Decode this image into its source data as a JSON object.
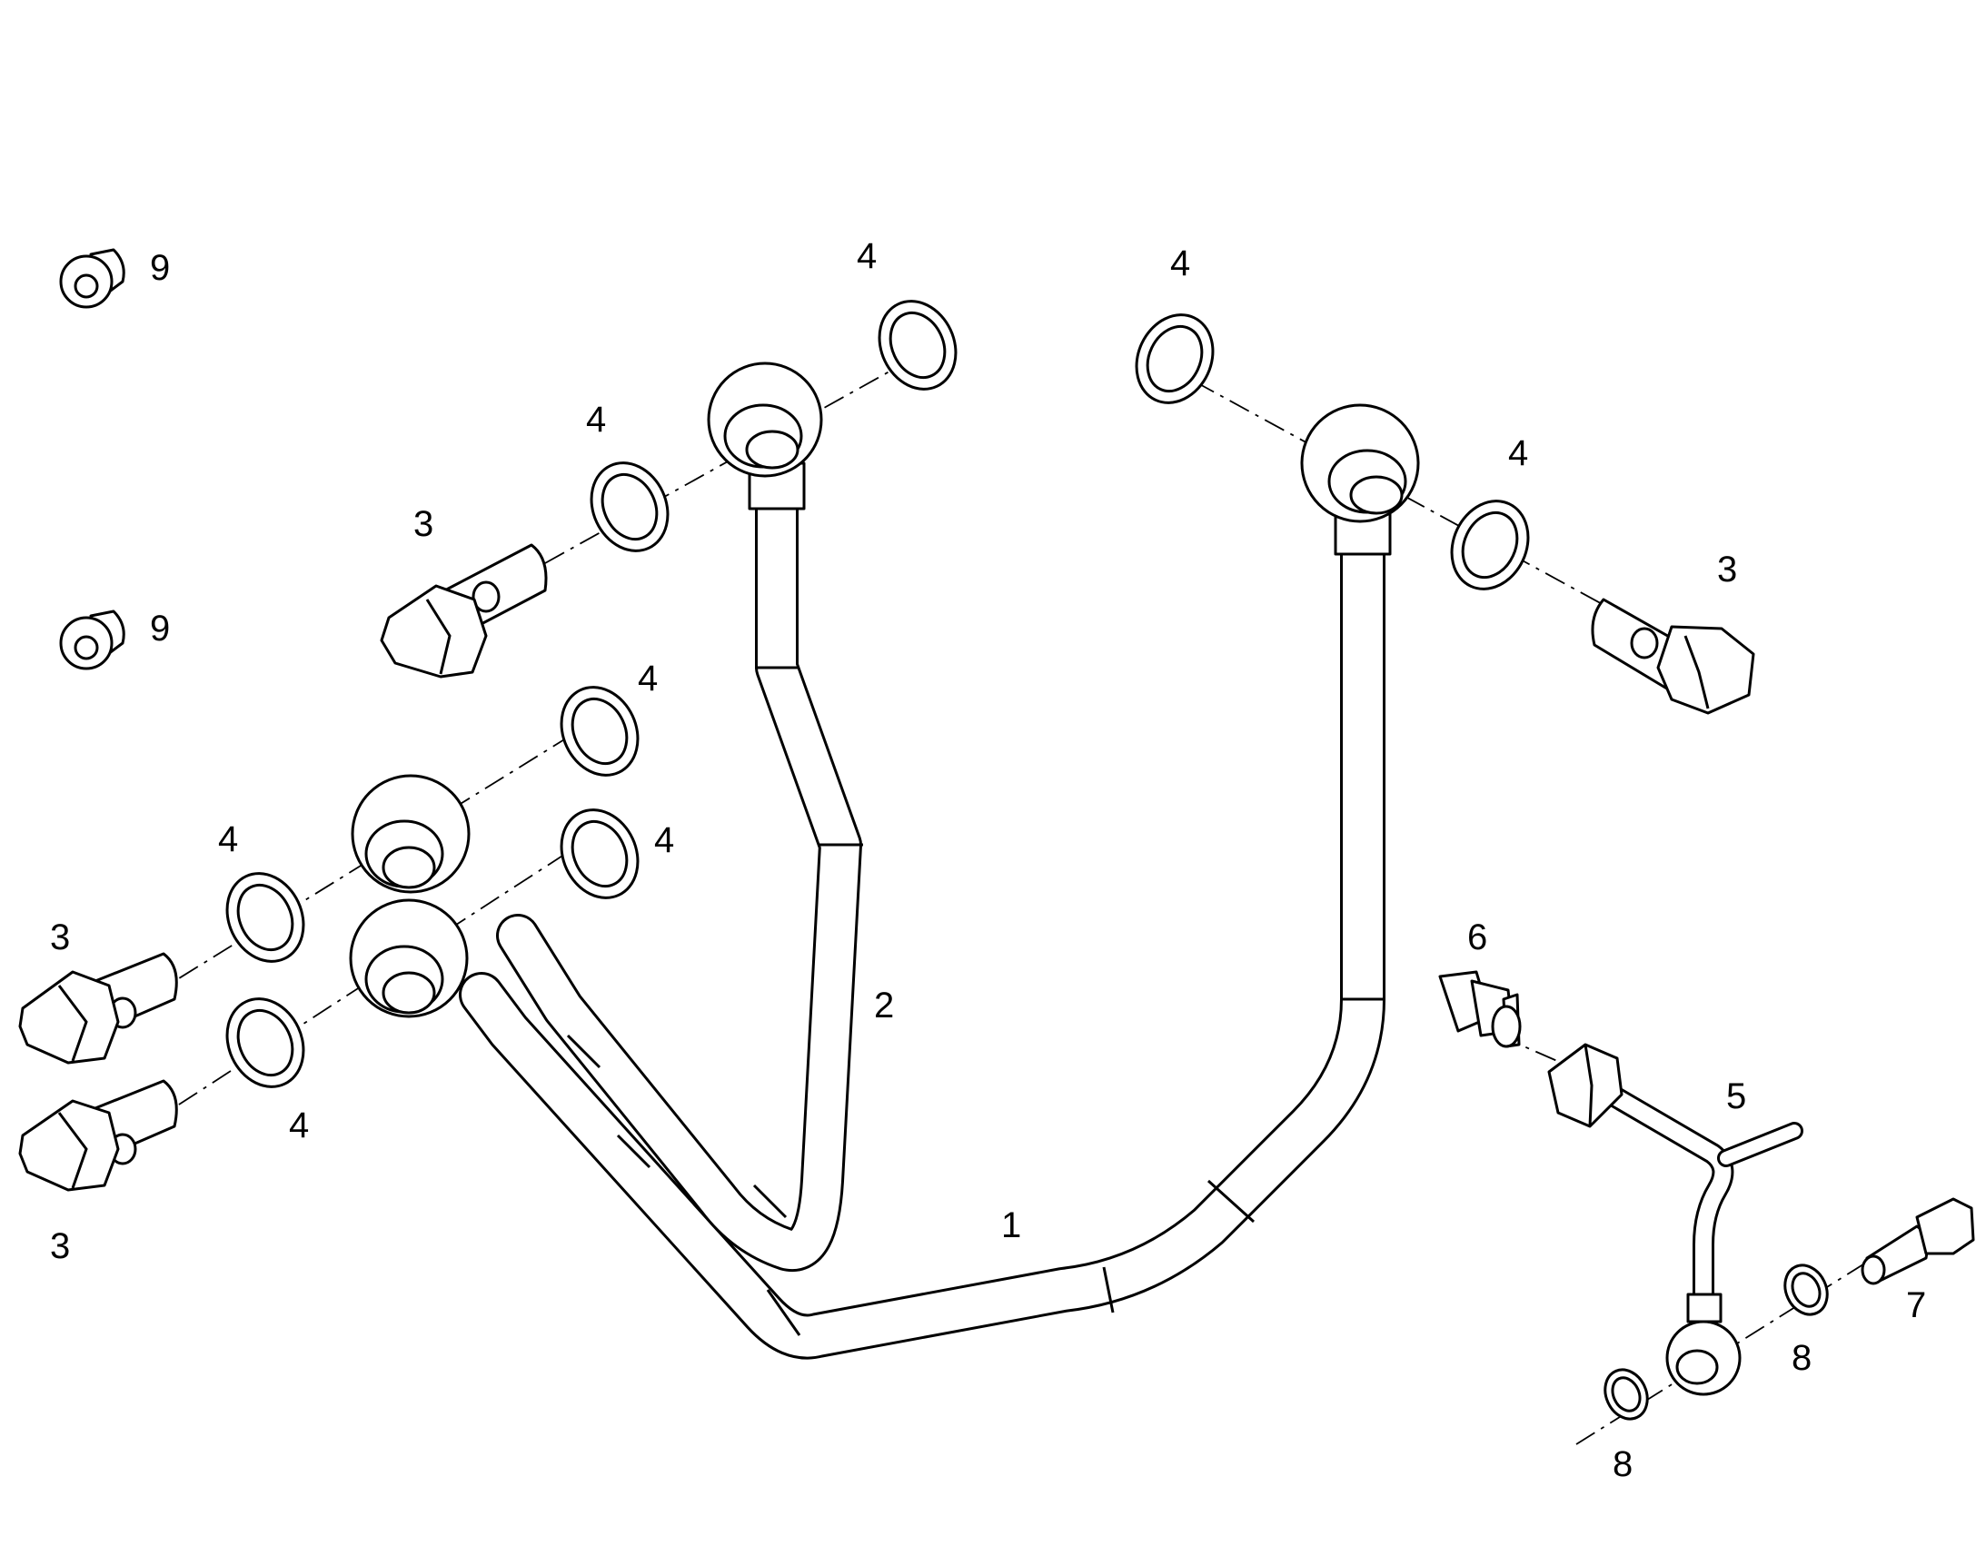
{
  "callouts": [
    {
      "id": "c9a",
      "text": "9"
    },
    {
      "id": "c9b",
      "text": "9"
    },
    {
      "id": "c4a",
      "text": "4"
    },
    {
      "id": "c4b",
      "text": "4"
    },
    {
      "id": "c4c",
      "text": "4"
    },
    {
      "id": "c4d",
      "text": "4"
    },
    {
      "id": "c4e",
      "text": "4"
    },
    {
      "id": "c4f",
      "text": "4"
    },
    {
      "id": "c4g",
      "text": "4"
    },
    {
      "id": "c4h",
      "text": "4"
    },
    {
      "id": "c3a",
      "text": "3"
    },
    {
      "id": "c3b",
      "text": "3"
    },
    {
      "id": "c3c",
      "text": "3"
    },
    {
      "id": "c3d",
      "text": "3"
    },
    {
      "id": "c2",
      "text": "2"
    },
    {
      "id": "c1",
      "text": "1"
    },
    {
      "id": "c6",
      "text": "6"
    },
    {
      "id": "c5",
      "text": "5"
    },
    {
      "id": "c7",
      "text": "7"
    },
    {
      "id": "c8a",
      "text": "8"
    },
    {
      "id": "c8b",
      "text": "8"
    }
  ]
}
